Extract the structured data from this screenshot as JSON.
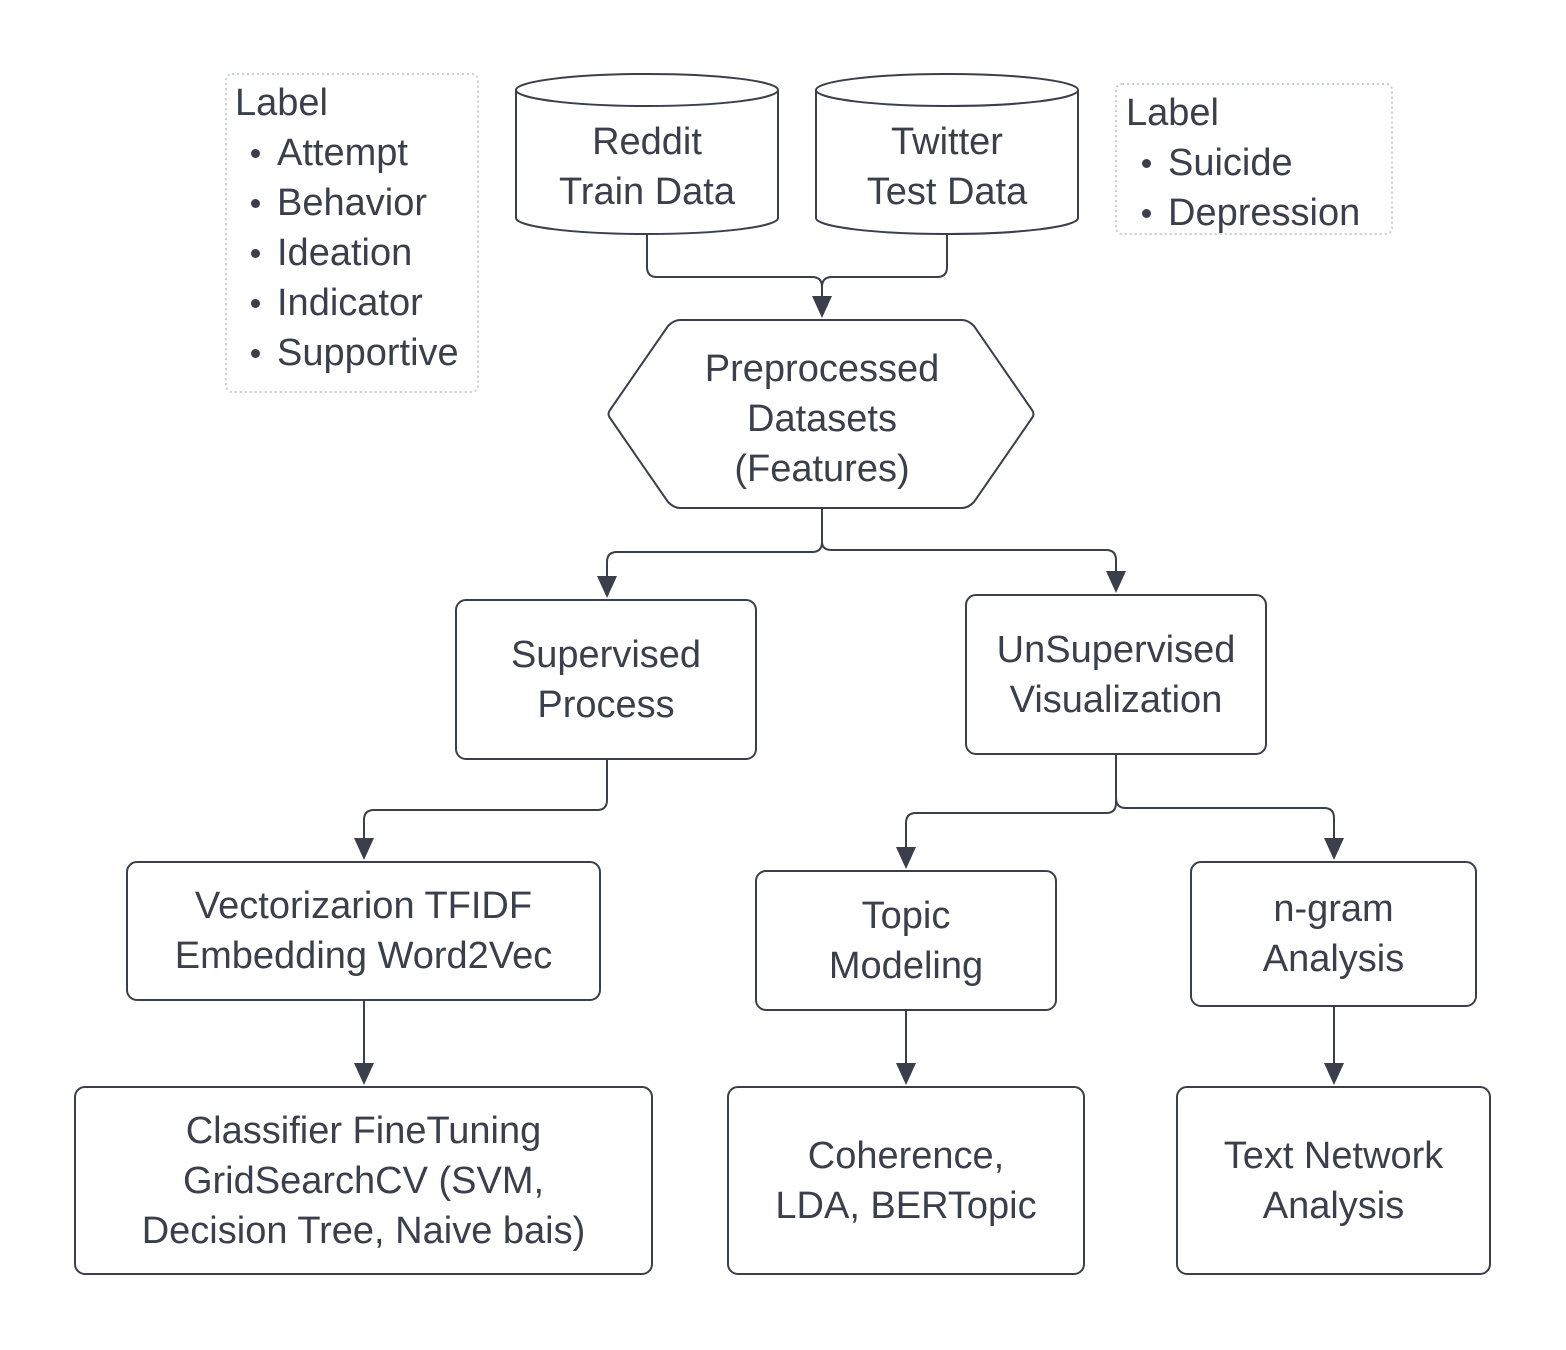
{
  "notes": {
    "left": {
      "title": "Label",
      "items": [
        "Attempt",
        "Behavior",
        "Ideation",
        "Indicator",
        "Supportive"
      ]
    },
    "right": {
      "title": "Label",
      "items": [
        "Suicide",
        "Depression"
      ]
    }
  },
  "nodes": {
    "reddit": [
      "Reddit",
      "Train Data"
    ],
    "twitter": [
      "Twitter",
      "Test Data"
    ],
    "preprocessed": [
      "Preprocessed",
      "Datasets",
      "(Features)"
    ],
    "supervised": [
      "Supervised",
      "Process"
    ],
    "unsupervised": [
      "UnSupervised",
      "Visualization"
    ],
    "vectorization": [
      "Vectorizarion TFIDF",
      "Embedding Word2Vec"
    ],
    "classifier": [
      "Classifier FineTuning",
      "GridSearchCV (SVM,",
      "Decision Tree, Naive bais)"
    ],
    "topic": [
      "Topic",
      "Modeling"
    ],
    "ngram": [
      "n-gram",
      "Analysis"
    ],
    "coherence": [
      "Coherence,",
      "LDA, BERTopic"
    ],
    "textnet": [
      "Text Network",
      "Analysis"
    ]
  },
  "colors": {
    "stroke": "#3a3f4b",
    "note_border": "#c9cdd4",
    "background": "#ffffff"
  }
}
